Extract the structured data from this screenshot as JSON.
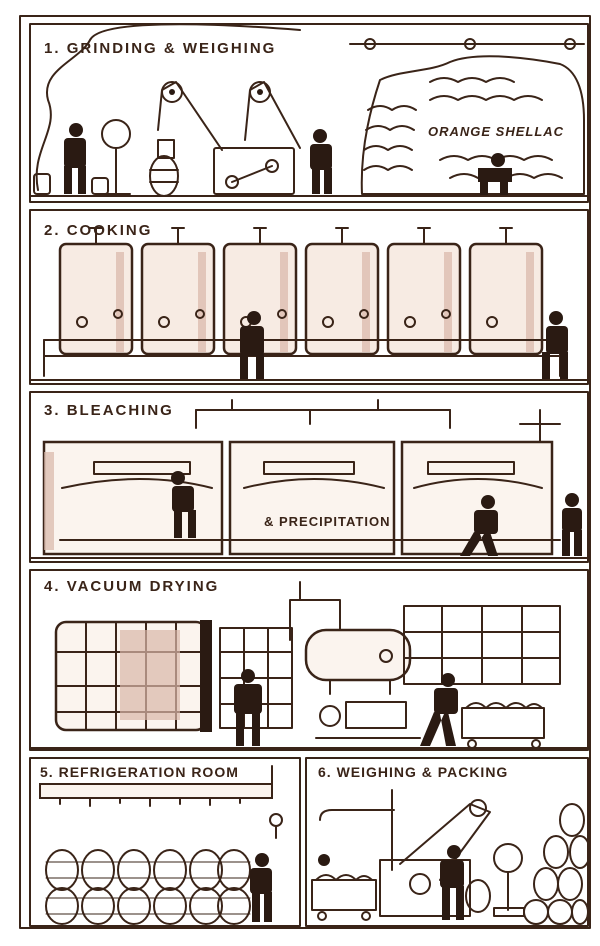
{
  "panels": [
    {
      "number": "1.",
      "title": "GRINDING & WEIGHING",
      "label": "ORANGE SHELLAC"
    },
    {
      "number": "2.",
      "title": "COOKING"
    },
    {
      "number": "3.",
      "title": "BLEACHING",
      "label": "& PRECIPITATION"
    },
    {
      "number": "4.",
      "title": "VACUUM DRYING"
    },
    {
      "number": "5.",
      "title": "REFRIGERATION ROOM"
    },
    {
      "number": "6.",
      "title": "WEIGHING & PACKING"
    }
  ],
  "colors": {
    "ink": "#3a2418",
    "paper": "#ffffff",
    "shade": "#d9b6a8"
  }
}
